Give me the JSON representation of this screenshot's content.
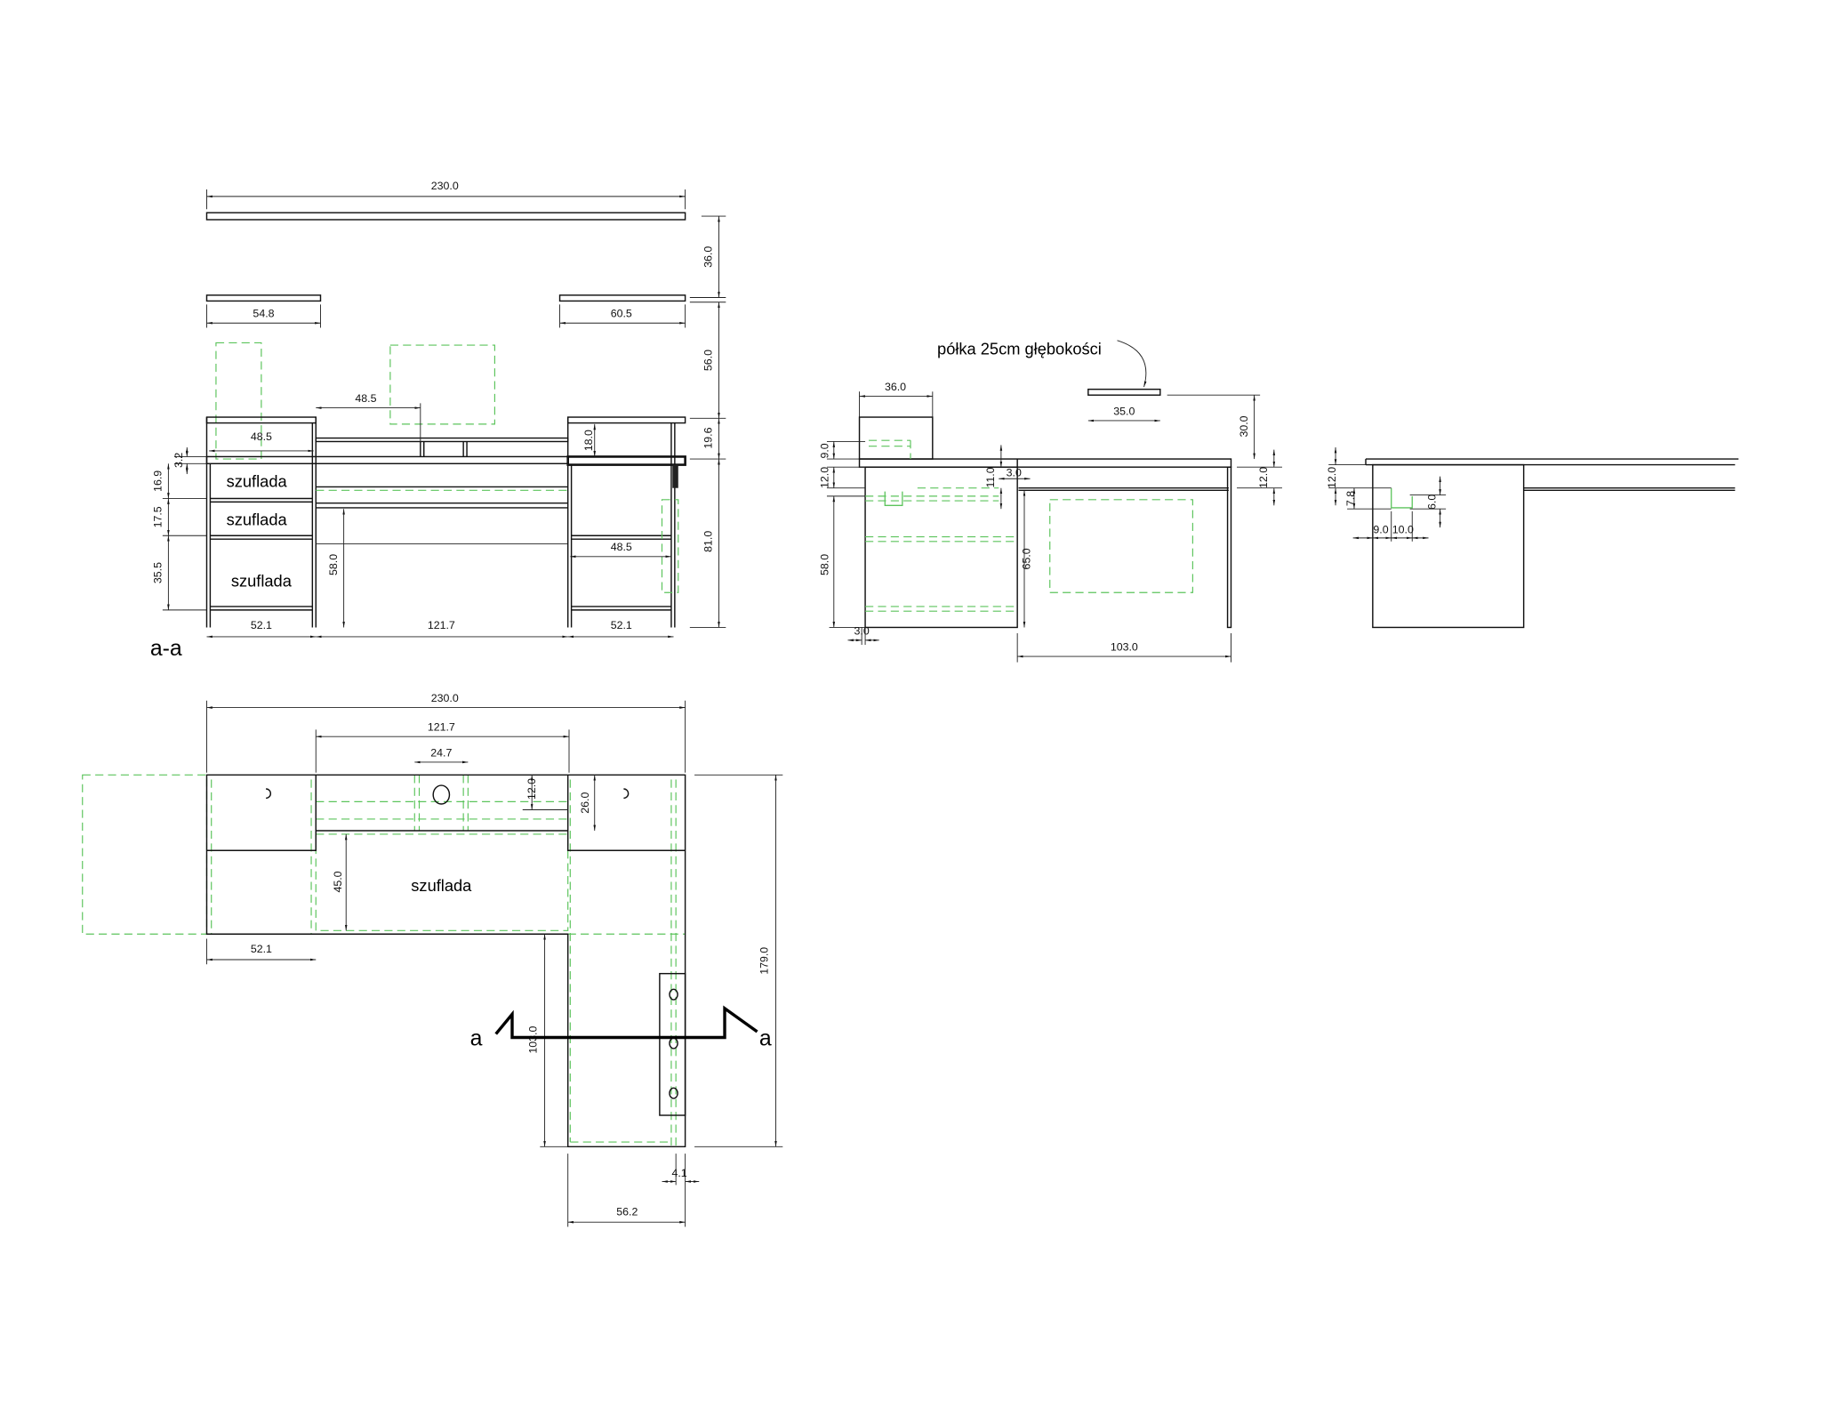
{
  "colors": {
    "line": "#111111",
    "hidden": "#5cc45c",
    "background": "#ffffff"
  },
  "front_view": {
    "section_label": "a-a",
    "drawer_labels": [
      "szuflada",
      "szuflada",
      "szuflada"
    ],
    "dims": {
      "top_width": "230.0",
      "shelf_left": "54.8",
      "shelf_right": "60.5",
      "h_36": "36.0",
      "h_56": "56.0",
      "h_19_6": "19.6",
      "h_81": "81.0",
      "inner_left": "48.5",
      "mid_span": "48.5",
      "h_18": "18.0",
      "inner_right": "48.5",
      "h_3_2": "3.2",
      "h_16_9": "16.9",
      "h_17_5": "17.5",
      "h_35_5": "35.5",
      "h_58": "58.0",
      "w_left": "52.1",
      "w_mid": "121.7",
      "w_right": "52.1"
    }
  },
  "side_view": {
    "note": "półka 25cm głębokości",
    "dims": {
      "box_w": "36.0",
      "shelf_w": "35.0",
      "h_30": "30.0",
      "h_9": "9.0",
      "h_12": "12.0",
      "h_11": "11.0",
      "w_3": "3.0",
      "h_12_right": "12.0",
      "h_58": "58.0",
      "h_65": "65.0",
      "w_3_bottom": "3.0",
      "w_103": "103.0"
    }
  },
  "end_view": {
    "dims": {
      "h_12": "12.0",
      "h_7_8": "7.8",
      "h_6": "6.0",
      "w_9": "9.0",
      "w_10": "10.0"
    }
  },
  "plan_view": {
    "drawer_label": "szuflada",
    "section_marks": [
      "a",
      "a"
    ],
    "dims": {
      "total_w": "230.0",
      "mid_w": "121.7",
      "hole_w": "24.7",
      "h_12": "12.0",
      "h_26": "26.0",
      "h_45": "45.0",
      "w_left": "52.1",
      "h_103": "103.0",
      "h_179": "179.0",
      "w_4_1": "4.1",
      "w_56_2": "56.2"
    }
  }
}
